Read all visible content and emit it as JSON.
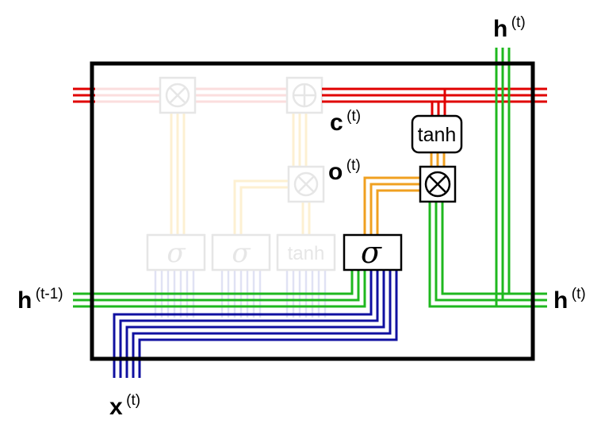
{
  "labels": {
    "h_top": {
      "main": "h",
      "sup": "(t)"
    },
    "c_t": {
      "main": "c",
      "sup": "(t)"
    },
    "o_t": {
      "main": "o",
      "sup": "(t)"
    },
    "h_prev": {
      "main": "h",
      "sup": "(t-1)"
    },
    "h_right": {
      "main": "h",
      "sup": "(t)"
    },
    "x_t": {
      "main": "x",
      "sup": "(t)"
    }
  },
  "gates": {
    "tanh_active": "tanh",
    "sigma_active": "σ",
    "sigma_faded_1": "σ",
    "sigma_faded_2": "σ",
    "tanh_faded": "tanh"
  },
  "colors": {
    "cell_state": "#e00000",
    "hidden": "#1fb81f",
    "input": "#1010a0",
    "output_gate": "#f0a020",
    "frame": "#000000",
    "faded_gray": "#e6e6e6",
    "faded_red": "#fbdede",
    "faded_yellow": "#fdf0d2",
    "faded_blue": "#e0e2f4",
    "faded_green": "#dff2df"
  }
}
